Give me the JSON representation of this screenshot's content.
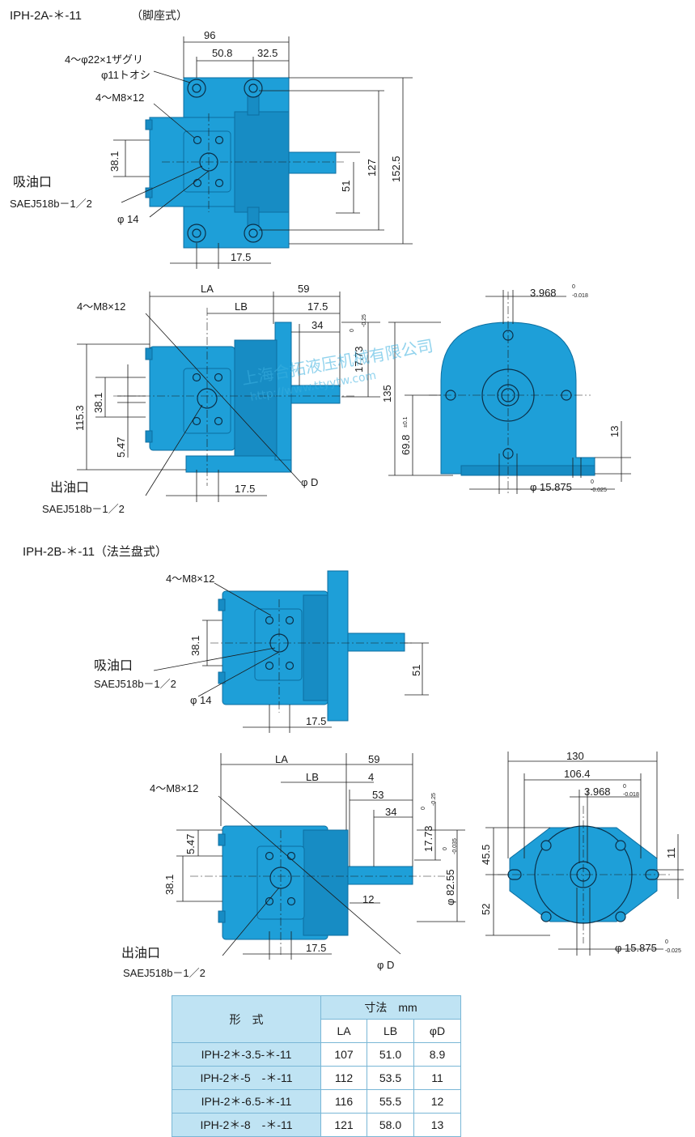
{
  "sections": {
    "a_title": "IPH-2A-＊-11",
    "a_sub": "（脚座式）",
    "b_title": "IPH-2B-＊-11（法兰盘式）"
  },
  "labels": {
    "suction_port": "吸油口",
    "discharge_port": "出油口",
    "sae_suction": "SAEJ518b－1／2",
    "sae_discharge": "SAEJ518b－1／2",
    "counterbore": "4～φ22×1ザグリ",
    "through_hole": "φ11トオシ",
    "thread": "4～M8×12",
    "phi14": "φ 14",
    "phiD": "φ D",
    "phi15875": "φ 15.875",
    "tol_0": "0",
    "tol_0025": "-0.025",
    "tol_0018": "-0.018",
    "tol_025": "-0.25",
    "tol_0035": "-0.035",
    "tol_pm01": "±0.1"
  },
  "dims": {
    "d96": "96",
    "d508": "50.8",
    "d325": "32.5",
    "d381": "38.1",
    "d127": "127",
    "d1525": "152.5",
    "d51": "51",
    "d175": "17.5",
    "dLA": "LA",
    "dLB": "LB",
    "d59": "59",
    "d34": "34",
    "d1773": "17.73",
    "d1153": "115.3",
    "d547": "5.47",
    "d135": "135",
    "d698": "69.8",
    "d13": "13",
    "d3968": "3.968",
    "d4": "4",
    "d53": "53",
    "d12": "12",
    "d8255": "φ 82.55",
    "d130": "130",
    "d1064": "106.4",
    "d455": "45.5",
    "d52": "52",
    "d11": "11"
  },
  "watermark": {
    "company": "上海合拓液压机械有限公司",
    "url": "http://www.ttyytw.com"
  },
  "table": {
    "col_model": "形　式",
    "col_dim": "寸法　mm",
    "col_la": "LA",
    "col_lb": "LB",
    "col_d": "φD",
    "rows": [
      {
        "model": "IPH-2＊-3.5-＊-11",
        "la": "107",
        "lb": "51.0",
        "d": "8.9"
      },
      {
        "model": "IPH-2＊-5　-＊-11",
        "la": "112",
        "lb": "53.5",
        "d": "11"
      },
      {
        "model": "IPH-2＊-6.5-＊-11",
        "la": "116",
        "lb": "55.5",
        "d": "12"
      },
      {
        "model": "IPH-2＊-8　-＊-11",
        "la": "121",
        "lb": "58.0",
        "d": "13"
      }
    ]
  }
}
